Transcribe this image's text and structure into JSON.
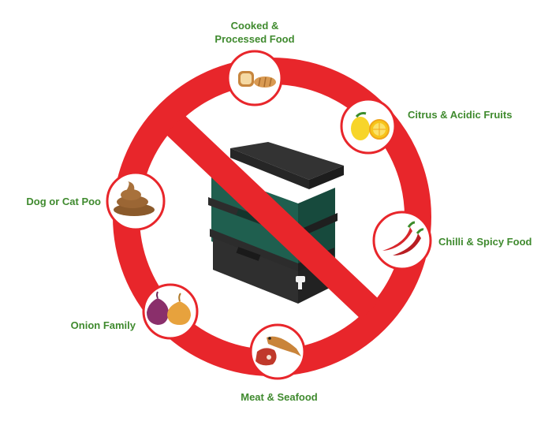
{
  "colors": {
    "prohibition_red": "#e8262b",
    "label_green": "#3f8a2e",
    "bin_green": "#1f5f4f",
    "bin_black": "#2b2b2b"
  },
  "items": [
    {
      "id": "cooked",
      "line1": "Cooked &",
      "line2": "Processed Food",
      "icon": "bread-icon"
    },
    {
      "id": "citrus",
      "line1": "Citrus & Acidic Fruits",
      "icon": "lemon-icon"
    },
    {
      "id": "chilli",
      "line1": "Chilli & Spicy Food",
      "icon": "chilli-icon"
    },
    {
      "id": "meat",
      "line1": "Meat & Seafood",
      "icon": "meat-fish-icon"
    },
    {
      "id": "onion",
      "line1": "Onion Family",
      "icon": "onion-icon"
    },
    {
      "id": "poo",
      "line1": "Dog or Cat Poo",
      "icon": "poo-icon"
    }
  ]
}
